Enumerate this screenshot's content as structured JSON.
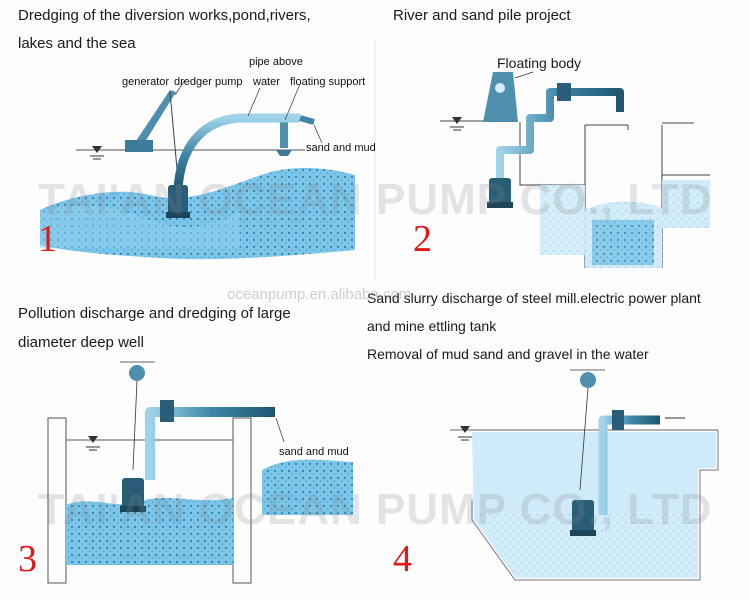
{
  "panels": [
    {
      "number": "1",
      "title_lines": [
        "Dredging of the diversion works,pond,rivers,",
        "lakes and the sea"
      ],
      "labels": {
        "generator": "generator",
        "dredger_pump": "dredger pump",
        "pipe_above_water_line1": "pipe above",
        "pipe_above_water_line2": "water",
        "floating_support": "floating support",
        "sand_and_mud": "sand and mud"
      }
    },
    {
      "number": "2",
      "title_lines": [
        "River and sand pile project"
      ],
      "labels": {
        "floating_body": "Floating body"
      }
    },
    {
      "number": "3",
      "title_lines": [
        "Pollution discharge and dredging of large",
        "diameter deep well"
      ],
      "labels": {
        "sand_and_mud": "sand and mud"
      }
    },
    {
      "number": "4",
      "title_lines": [
        "Sand slurry discharge of steel mill.electric power plant",
        "and mine ettling tank",
        "Removal of mud sand and gravel in the water"
      ],
      "labels": {}
    }
  ],
  "watermarks": {
    "company": "TAI'AN OCEAN PUMP CO., LTD",
    "url": "oceanpump.en.alibaba.com"
  },
  "colors": {
    "water": "#7fc8ec",
    "water_light": "#cfeaf8",
    "pipe": "#4a8fb0",
    "pump": "#2a5d78",
    "number": "#e01818"
  }
}
